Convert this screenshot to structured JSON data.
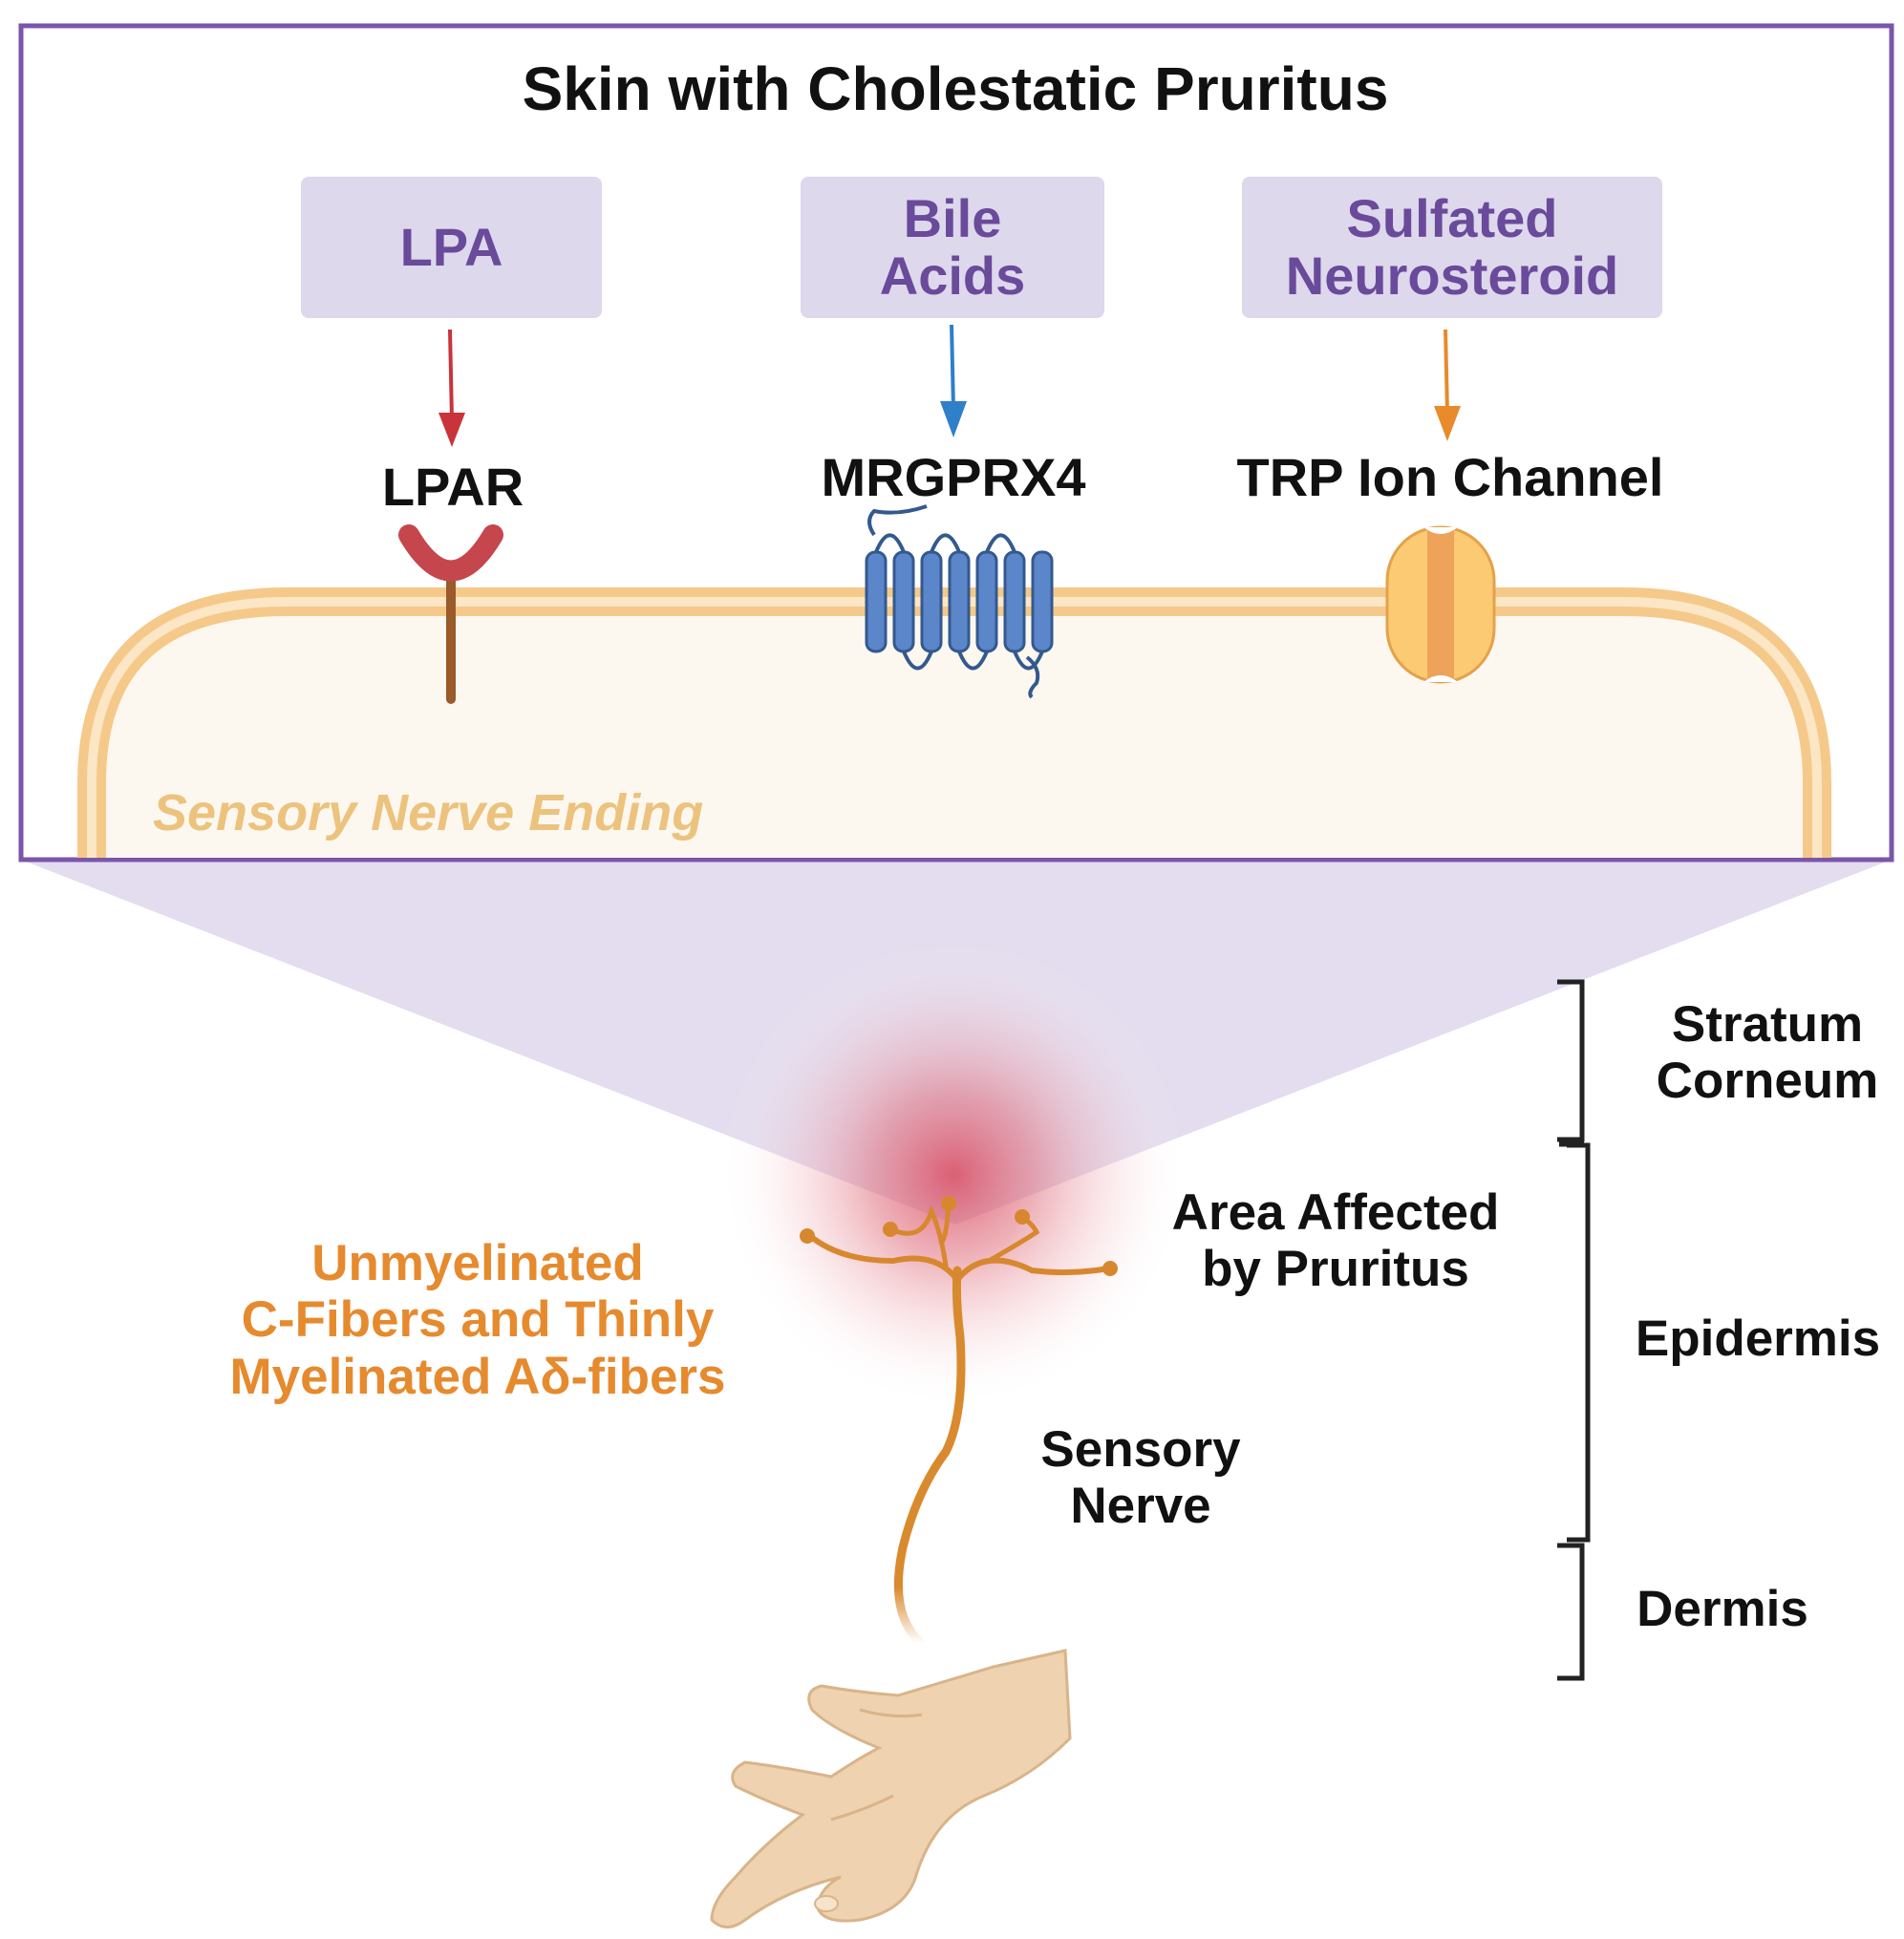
{
  "title": "Skin with Cholestatic Pruritus",
  "ligands": [
    {
      "label": "LPA",
      "arrow_color": "#c8343a"
    },
    {
      "label": "Bile\nAcids",
      "arrow_color": "#2f7fc9"
    },
    {
      "label": "Sulfated\nNeurosteroid",
      "arrow_color": "#e78b2b"
    }
  ],
  "receptors": [
    {
      "label": "LPAR",
      "icon": "y-shaped-receptor-icon"
    },
    {
      "label": "MRGPRX4",
      "icon": "gpcr-seven-transmembrane-icon"
    },
    {
      "label": "TRP Ion Channel",
      "icon": "ion-channel-icon"
    }
  ],
  "cell_label": "Sensory Nerve Ending",
  "fiber_label": "Unmyelinated\nC-Fibers and Thinly\nMyelinated Aδ-fibers",
  "area_label": "Area Affected\nby Pruritus",
  "nerve_label": "Sensory\nNerve",
  "skin_layers": [
    {
      "label": "Stratum\nCorneum"
    },
    {
      "label": "Epidermis"
    },
    {
      "label": "Dermis"
    }
  ],
  "colors": {
    "frame": "#7b55aa",
    "ligand_box": "#ddd8ec",
    "ligand_text": "#6a4a9a",
    "membrane": "#f5c98a",
    "cell_fill": "#fdf8ef",
    "cell_label": "#ecc37e",
    "fiber_text": "#e68a2e",
    "nerve": "#d7882f",
    "zoom_cone": "#e3ddef",
    "gpcr": "#5b86c9",
    "ion_channel": "#fcca72",
    "lpar_head": "#c5474d",
    "lpar_stem": "#9a5a2a",
    "inflammation": "#d9495f",
    "skin": "#efd2b0"
  }
}
